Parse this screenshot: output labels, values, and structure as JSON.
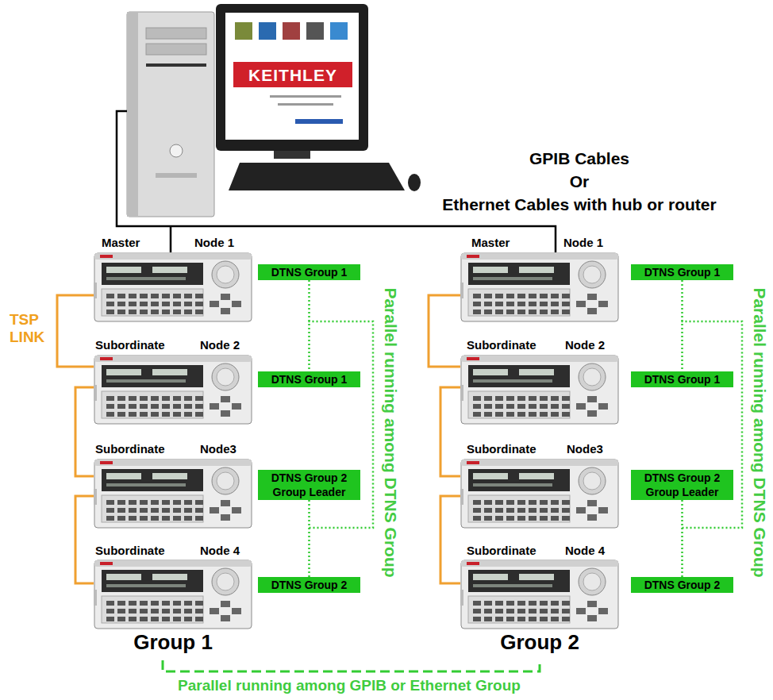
{
  "diagram": {
    "nodes": [
      {
        "text": [
          "DTNS Group 1"
        ]
      },
      {
        "text": [
          "DTNS Group 1"
        ]
      },
      {
        "text": [
          "DTNS Group 2 Group Leader"
        ]
      },
      {
        "text": [
          "DTNS Group 2"
        ]
      },
      {
        "text": [
          "DTNS Group 1"
        ]
      },
      {
        "text": [
          "DTNS Group 1"
        ]
      },
      {
        "text": [
          "DTNS Group 2 Group Leader"
        ]
      },
      {
        "text": [
          "DTNS Group 2"
        ]
      }
    ],
    "edges": [
      {
        "from": 0,
        "to": 1,
        "arrow": "none"
      },
      {
        "from": 2,
        "to": 3,
        "arrow": "none"
      },
      {
        "from": 4,
        "to": 5,
        "arrow": "none"
      },
      {
        "from": 6,
        "to": 7,
        "arrow": "none"
      }
    ],
    "labels": [
      "KEITHLEY",
      "GPIB Cables",
      "Or",
      "Ethernet Cables with hub or router",
      "Master",
      "Node 1",
      "Master",
      "Node 1",
      "TSP LINK",
      "Subordinate",
      "Node 2",
      "Subordinate",
      "Node 2",
      "Subordinate",
      "Node3",
      "Subordinate",
      "Node3",
      "Subordinate",
      "Node 4",
      "Subordinate",
      "Node 4",
      "Parallel running among DTNS Group",
      "Parallel running among DTNS Group",
      "Group 1",
      "Group 2",
      "Parallel running among GPIB or Ethernet Group"
    ]
  }
}
